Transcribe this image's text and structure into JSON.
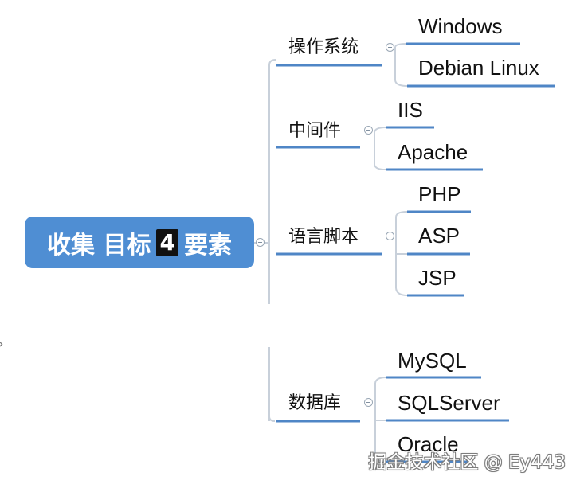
{
  "mindmap": {
    "root": {
      "text": "收集 目标",
      "count": "4",
      "suffix": "要素"
    },
    "branches": [
      {
        "label": "操作系统",
        "leaves": [
          "Windows",
          "Debian Linux"
        ]
      },
      {
        "label": "中间件",
        "leaves": [
          "IIS",
          "Apache"
        ]
      },
      {
        "label": "语言脚本",
        "leaves": [
          "PHP",
          "ASP",
          "JSP"
        ]
      },
      {
        "label": "数据库",
        "leaves": [
          "MySQL",
          "SQLServer",
          "Oracle"
        ]
      }
    ]
  },
  "watermark": {
    "text": "掘金技术社区 @ Ey443"
  },
  "colors": {
    "root_fill": "#4f8ed3",
    "connector": "#c8d0da",
    "underline": "#4f86c6"
  },
  "icons": {
    "collapse": "collapse-toggle-icon"
  }
}
